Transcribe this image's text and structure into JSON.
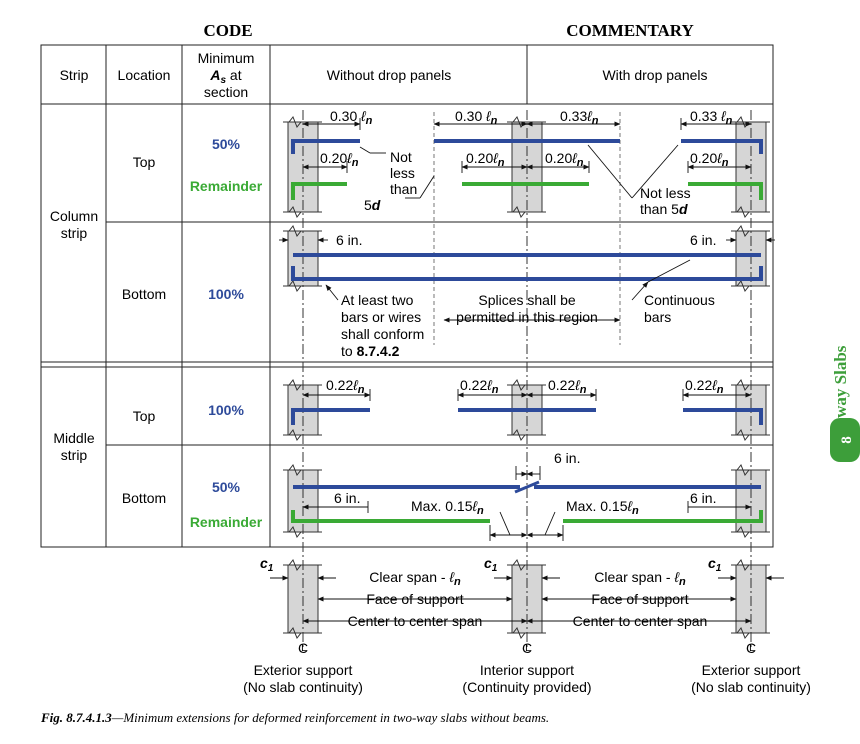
{
  "header": {
    "code": "CODE",
    "commentary": "COMMENTARY"
  },
  "table": {
    "col_strip": "Strip",
    "col_location": "Location",
    "col_min_1": "Minimum",
    "col_min_2": "A",
    "col_min_2_sub": "s",
    "col_min_2_rest": " at",
    "col_min_3": "section",
    "col_without": "Without drop panels",
    "col_with": "With drop panels",
    "column_strip_1": "Column",
    "column_strip_2": "strip",
    "middle_strip_1": "Middle",
    "middle_strip_2": "strip",
    "loc_top": "Top",
    "loc_bottom": "Bottom",
    "cs_top_pct": "50%",
    "cs_top_rem": "Remainder",
    "cs_bottom_pct": "100%",
    "ms_top_pct": "100%",
    "ms_bottom_pct": "50%",
    "ms_bottom_rem": "Remainder"
  },
  "annotations": {
    "d030_left": "0.30",
    "d030_right": "0.30",
    "d033_left": "0.33",
    "d033_right": "0.33",
    "d020_a": "0.20",
    "d020_b": "0.20",
    "d020_c": "0.20",
    "d020_d": "0.20",
    "ln": "n",
    "not_less_1": "Not",
    "not_less_2": "less",
    "not_less_3": "than",
    "not_less_4": "5",
    "not_less_d": "d",
    "not_less_b1": "Not less",
    "not_less_b2": "than 5",
    "six_in": "6 in.",
    "atleast_1": "At least two",
    "atleast_2": "bars or wires",
    "atleast_3": "shall conform",
    "atleast_4a": "to ",
    "atleast_4b": "8.7.4.2",
    "splices_1": "Splices shall be",
    "splices_2": "permitted in this region",
    "continuous_1": "Continuous",
    "continuous_2": "bars",
    "d022": "0.22",
    "max_015": "Max. 0.15",
    "c1": "c",
    "c1_sub": "1",
    "clear_span": "Clear span - ",
    "face_support": "Face of support",
    "center_span": "Center to center span",
    "cl": "C",
    "ext_support_1": "Exterior support",
    "ext_support_2": "(No slab continuity)",
    "int_support_1": "Interior support",
    "int_support_2": "(Continuity provided)"
  },
  "caption": {
    "fig": "Fig. 8.7.4.1.3",
    "text": "—Minimum extensions for deformed reinforcement in two-way slabs without beams."
  },
  "side_tab": {
    "title": "Two-way Slabs",
    "number": "8"
  },
  "colors": {
    "blue": "#2d4a9a",
    "green": "#3aaa35",
    "tab_green": "#3d9e3a",
    "column_gray": "#d6d6d6"
  }
}
